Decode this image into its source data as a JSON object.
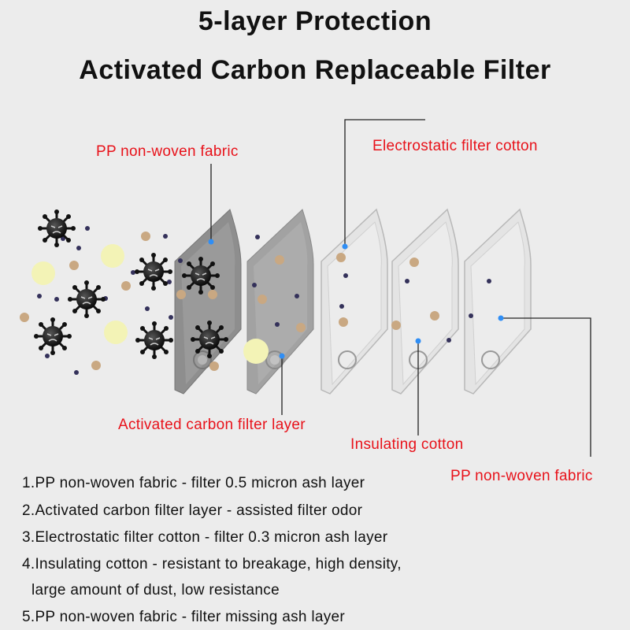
{
  "title": {
    "line1": "5-layer Protection",
    "line2": "Activated Carbon Replaceable Filter"
  },
  "callouts": {
    "pp_top": "PP non-woven fabric",
    "electrostatic": "Electrostatic filter cotton",
    "activated": "Activated carbon filter layer",
    "insulating": "Insulating cotton",
    "pp_bottom": "PP non-woven fabric"
  },
  "notes": [
    "1.PP non-woven fabric - filter 0.5 micron ash layer",
    "2.Activated carbon filter layer - assisted filter odor",
    "3.Electrostatic filter cotton - filter 0.3 micron ash layer",
    "4.Insulating cotton - resistant to breakage, high density,",
    "large amount of dust, low resistance",
    "5.PP non-woven fabric - filter missing ash layer"
  ],
  "colors": {
    "callout": "#e8121a",
    "layer_dark": "#8a8a8a",
    "layer_light": "#e6e6e6",
    "marker": "#2f8ef5"
  }
}
